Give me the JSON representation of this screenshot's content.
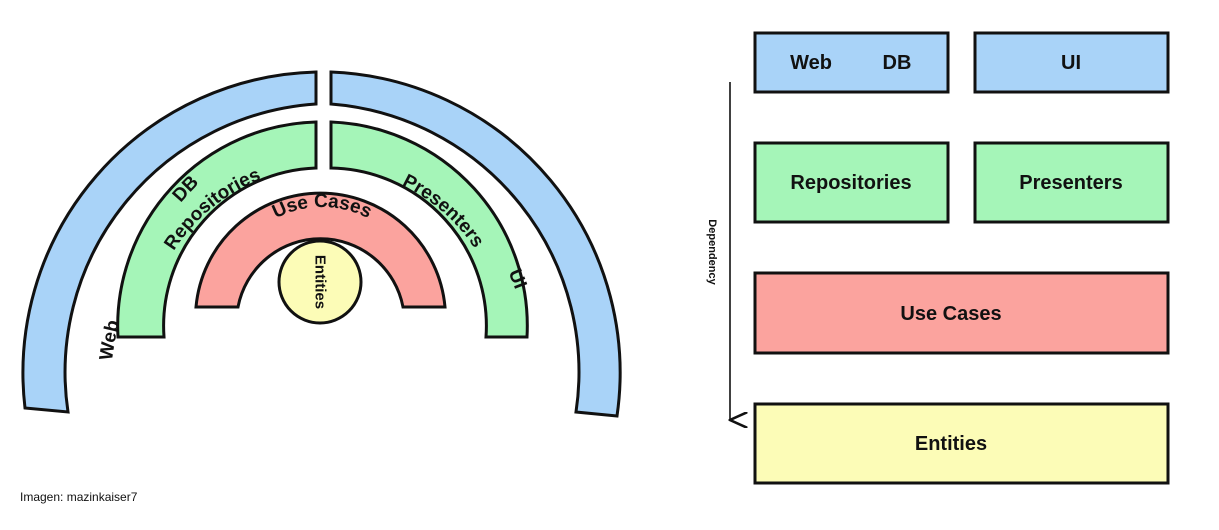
{
  "colors": {
    "blue": "#a9d3f8",
    "green": "#a5f5b8",
    "red": "#fba39e",
    "yellow": "#fcfcb7",
    "stroke": "#111111"
  },
  "onion": {
    "outer_left": [
      "Web",
      "DB"
    ],
    "outer_right": "UI",
    "middle_left": "Repositories",
    "middle_right": "Presenters",
    "inner": "Use Cases",
    "core": "Entities"
  },
  "layers": {
    "row1": [
      "Web",
      "DB",
      "UI"
    ],
    "row2": [
      "Repositories",
      "Presenters"
    ],
    "row3": "Use Cases",
    "row4": "Entities"
  },
  "dependency_label": "Dependency",
  "credit": "Imagen: mazinkaiser7"
}
